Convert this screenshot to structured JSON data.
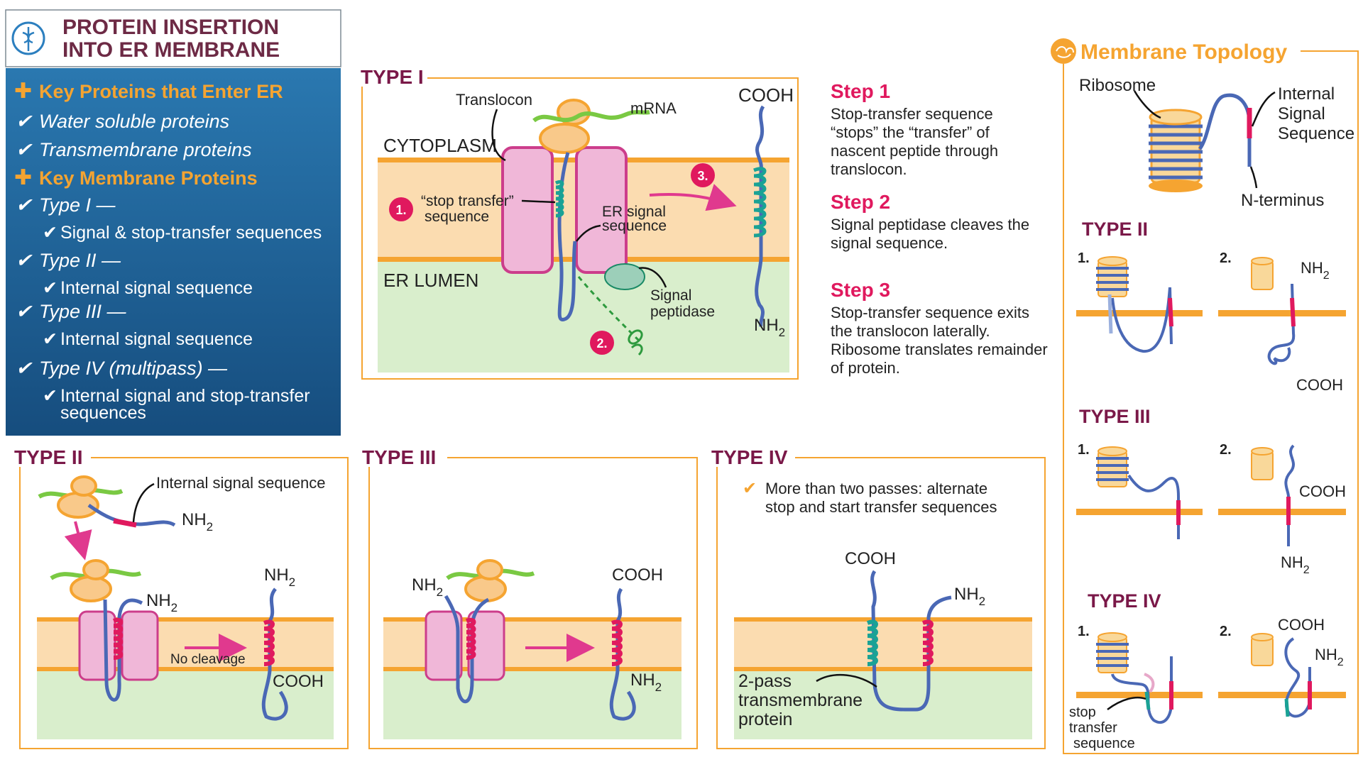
{
  "header": {
    "title_line1": "PROTEIN INSERTION",
    "title_line2": "INTO ER MEMBRANE"
  },
  "sidebar": {
    "heading1": "Key Proteins that Enter ER",
    "item1": "Water soluble proteins",
    "item2": "Transmembrane proteins",
    "heading2": "Key Membrane Proteins",
    "type1": "Type I —",
    "type1_sub": "Signal & stop-transfer sequences",
    "type2": "Type II —",
    "type2_sub": "Internal signal sequence",
    "type3": "Type III —",
    "type3_sub": "Internal signal sequence",
    "type4": "Type IV (multipass) —",
    "type4_sub_line1": "Internal signal and stop-transfer",
    "type4_sub_line2": "sequences"
  },
  "type1_panel": {
    "title": "TYPE I",
    "translocon": "Translocon",
    "mrna": "mRNA",
    "cytoplasm": "CYTOPLASM",
    "er_lumen": "ER LUMEN",
    "stop_transfer_line1": "“stop transfer”",
    "stop_transfer_line2": "sequence",
    "er_signal_line1": "ER signal",
    "er_signal_line2": "sequence",
    "signal_peptidase_line1": "Signal",
    "signal_peptidase_line2": "peptidase",
    "cooh": "COOH",
    "nh": "NH",
    "sub2": "2",
    "n1": "1.",
    "n2": "2.",
    "n3": "3."
  },
  "steps": {
    "step1_title": "Step 1",
    "step1_lines": [
      "Stop-transfer sequence",
      "“stops” the “transfer” of",
      "nascent peptide through",
      "translocon."
    ],
    "step2_title": "Step 2",
    "step2_lines": [
      "Signal peptidase cleaves the",
      "signal sequence."
    ],
    "step3_title": "Step 3",
    "step3_lines": [
      "Stop-transfer sequence exits",
      "the translocon laterally.",
      "Ribosome translates remainder",
      "of protein."
    ]
  },
  "type2_panel": {
    "title": "TYPE II",
    "internal_signal": "Internal signal sequence",
    "nh": "NH",
    "sub2": "2",
    "no_cleavage": "No cleavage",
    "cooh": "COOH"
  },
  "type3_panel": {
    "title": "TYPE III",
    "nh": "NH",
    "sub2": "2",
    "cooh": "COOH"
  },
  "type4_panel": {
    "title": "TYPE IV",
    "note_line1": "More than two passes: alternate",
    "note_line2": "stop and start transfer sequences",
    "cooh": "COOH",
    "nh": "NH",
    "sub2": "2",
    "label_line1": "2-pass",
    "label_line2": "transmembrane",
    "label_line3": "protein"
  },
  "topology": {
    "title": "Membrane Topology",
    "ribosome": "Ribosome",
    "internal_line1": "Internal",
    "internal_line2": "Signal",
    "internal_line3": "Sequence",
    "n_terminus": "N-terminus",
    "type2": "TYPE II",
    "type3": "TYPE III",
    "type4": "TYPE IV",
    "one": "1.",
    "two": "2.",
    "nh": "NH",
    "sub2": "2",
    "cooh": "COOH",
    "stop_line1": "stop",
    "stop_line2": "transfer",
    "stop_line3": "sequence"
  },
  "colors": {
    "title_maroon": "#7a1848",
    "sidebar_blue": "#1d5f94",
    "orange": "#f5a431",
    "membrane": "#fbdcb0",
    "lumen": "#d9eecc",
    "protein_blue": "#4a68b5",
    "signal_pink": "#e0195e",
    "teal": "#1aa295",
    "translocon_pink": "#f0b7d8"
  }
}
